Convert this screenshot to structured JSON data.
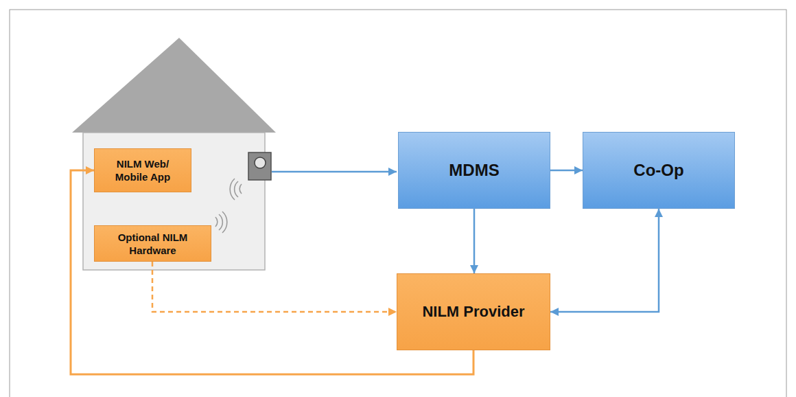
{
  "diagram": {
    "nodes": [
      {
        "text": [
          "NILM Web/ Mobile App"
        ]
      },
      {
        "text": [
          "Optional NILM Hardware"
        ]
      },
      {
        "text": [
          "MDMS"
        ]
      },
      {
        "text": [
          "Co-Op"
        ]
      },
      {
        "text": [
          "NILM Provider"
        ]
      }
    ],
    "edges": [
      {
        "from": 2,
        "to": 3,
        "arrow": "to"
      },
      {
        "from": 2,
        "to": 4,
        "arrow": "to"
      },
      {
        "from": 3,
        "to": 4,
        "arrow": "both"
      },
      {
        "from": 1,
        "to": 4,
        "arrow": "to"
      },
      {
        "from": 4,
        "to": 0,
        "arrow": "to"
      }
    ]
  }
}
